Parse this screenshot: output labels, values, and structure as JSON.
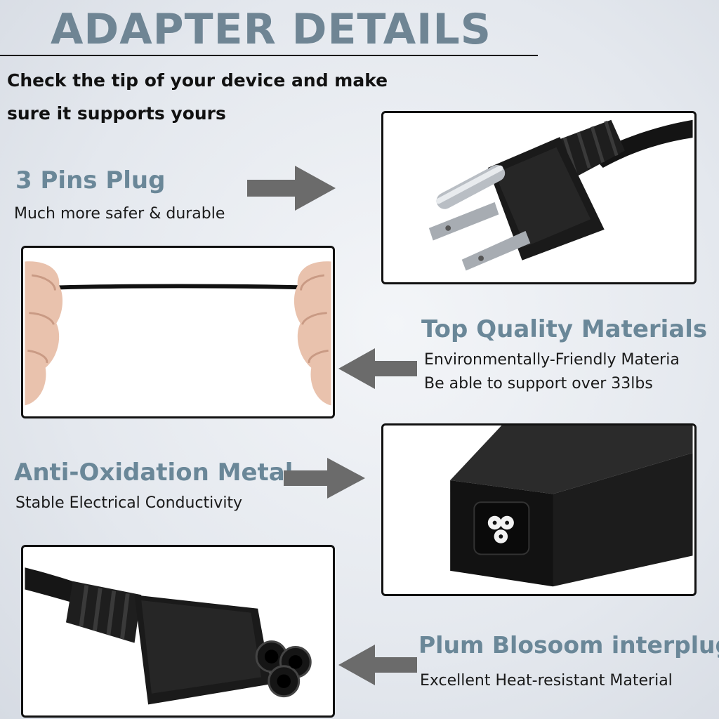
{
  "title": "ADAPTER DETAILS",
  "intro": {
    "line1": "Check the tip of your device and make",
    "line2": "sure it supports yours"
  },
  "features": [
    {
      "heading": "3 Pins Plug",
      "lines": [
        "Much more safer & durable"
      ]
    },
    {
      "heading": "Top Quality Materials",
      "lines": [
        "Environmentally-Friendly Materia",
        "Be able to support over 33lbs"
      ]
    },
    {
      "heading": "Anti-Oxidation Metal",
      "lines": [
        "Stable Electrical Conductivity"
      ]
    },
    {
      "heading": "Plum Blosoom interplug",
      "lines": [
        "Excellent Heat-resistant Material"
      ]
    }
  ],
  "colors": {
    "title": "#6f8594",
    "heading": "#6a8798",
    "arrow": "#6b6b6b",
    "panel_border": "#111111"
  },
  "icons": [
    "arrow-right-icon",
    "arrow-left-icon",
    "plug-3pin-image",
    "cable-stretch-image",
    "adapter-brick-image",
    "cloverleaf-connector-image"
  ]
}
